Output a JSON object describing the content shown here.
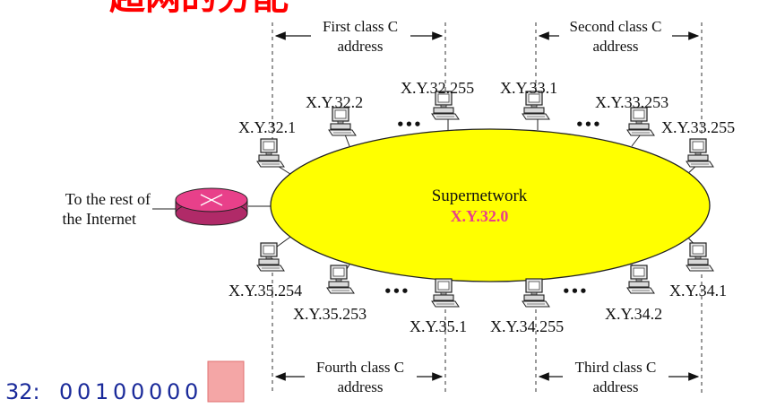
{
  "title_fragment": "超网的分配",
  "class_labels": [
    {
      "line1": "First class C",
      "line2": "address"
    },
    {
      "line1": "Second class C",
      "line2": "address"
    },
    {
      "line1": "Fourth class C",
      "line2": "address"
    },
    {
      "line1": "Third class C",
      "line2": "address"
    }
  ],
  "host_labels": [
    "X.Y.32.1",
    "X.Y.32.2",
    "X.Y.32.255",
    "X.Y.33.1",
    "X.Y.33.253",
    "X.Y.33.255",
    "X.Y.35.254",
    "X.Y.35.253",
    "X.Y.35.1",
    "X.Y.34.255",
    "X.Y.34.2",
    "X.Y.34.1"
  ],
  "ellipsis": "•••",
  "supernet": {
    "label": "Supernetwork",
    "address": "X.Y.32.0"
  },
  "router_label": {
    "line1": "To the rest of",
    "line2": "the Internet"
  },
  "binary": {
    "prefix": "32: ",
    "bits": [
      "0",
      "0",
      "1",
      "0",
      "0",
      "0",
      "0",
      "0"
    ],
    "highlight_from": 6
  },
  "colors": {
    "ellipse": "#ffff00",
    "router": "#e8408a",
    "address": "#e8408a",
    "title": "#ff0000",
    "binary": "#1a2a9a",
    "highlight": "#f4a6a6"
  }
}
